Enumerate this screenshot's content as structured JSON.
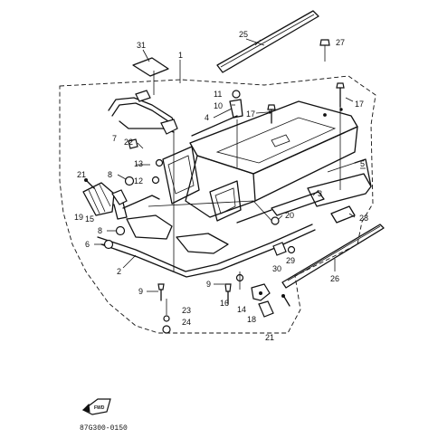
{
  "diagram": {
    "footer_code": "87G300-0150",
    "fwd_mark": "FWD",
    "callouts": {
      "c1": "1",
      "c2": "2",
      "c3": "3",
      "c4": "4",
      "c5": "5",
      "c6": "6",
      "c7": "7",
      "c8a": "8",
      "c8b": "8",
      "c9a": "9",
      "c9b": "9",
      "c10": "10",
      "c11": "11",
      "c12": "12",
      "c13": "13",
      "c14": "14",
      "c15": "15",
      "c16": "16",
      "c17a": "17",
      "c17b": "17",
      "c18": "18",
      "c19": "19",
      "c20": "20",
      "c21a": "21",
      "c21b": "21",
      "c22": "22",
      "c23": "23",
      "c24": "24",
      "c25": "25",
      "c26": "26",
      "c27": "27",
      "c28": "28",
      "c29": "29",
      "c30": "30",
      "c31": "31"
    }
  }
}
